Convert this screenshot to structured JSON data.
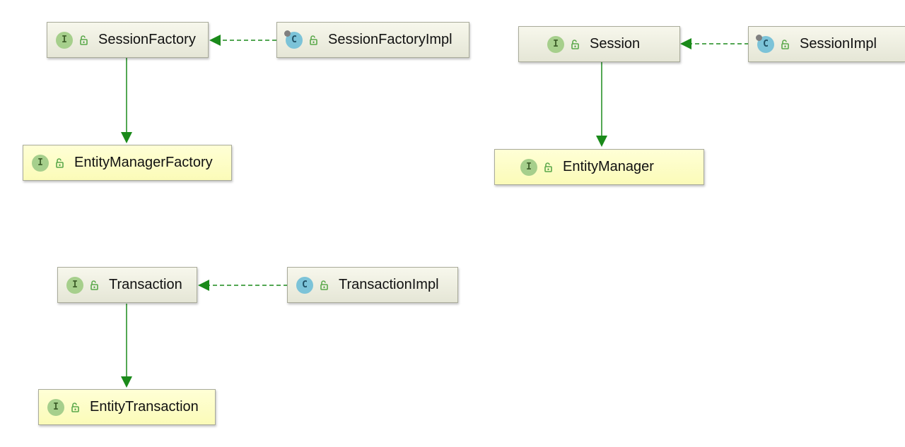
{
  "colors": {
    "edge": "#1a8a1a",
    "node_grey": "#e8e9da",
    "node_yellow": "#fdfdc4",
    "interface_icon": "#a6cf8c",
    "class_icon": "#7cc3d8"
  },
  "nodes": {
    "session_factory": {
      "label": "SessionFactory",
      "kind_letter": "I",
      "kind_icon": "interface-icon",
      "visibility_icon": "unlock-icon"
    },
    "session_factory_impl": {
      "label": "SessionFactoryImpl",
      "kind_letter": "C",
      "kind_icon": "abstract-class-icon",
      "visibility_icon": "unlock-icon"
    },
    "entity_manager_factory": {
      "label": "EntityManagerFactory",
      "kind_letter": "I",
      "kind_icon": "interface-icon",
      "visibility_icon": "unlock-icon"
    },
    "session": {
      "label": "Session",
      "kind_letter": "I",
      "kind_icon": "interface-icon",
      "visibility_icon": "unlock-icon"
    },
    "session_impl": {
      "label": "SessionImpl",
      "kind_letter": "C",
      "kind_icon": "abstract-class-icon",
      "visibility_icon": "unlock-icon"
    },
    "entity_manager": {
      "label": "EntityManager",
      "kind_letter": "I",
      "kind_icon": "interface-icon",
      "visibility_icon": "unlock-icon"
    },
    "transaction": {
      "label": "Transaction",
      "kind_letter": "I",
      "kind_icon": "interface-icon",
      "visibility_icon": "unlock-icon"
    },
    "transaction_impl": {
      "label": "TransactionImpl",
      "kind_letter": "C",
      "kind_icon": "class-icon",
      "visibility_icon": "unlock-icon"
    },
    "entity_transaction": {
      "label": "EntityTransaction",
      "kind_letter": "I",
      "kind_icon": "interface-icon",
      "visibility_icon": "unlock-icon"
    }
  },
  "edges": [
    {
      "from": "session_factory_impl",
      "to": "session_factory",
      "relation": "implements",
      "style": "dashed"
    },
    {
      "from": "session_factory",
      "to": "entity_manager_factory",
      "relation": "extends",
      "style": "solid"
    },
    {
      "from": "session_impl",
      "to": "session",
      "relation": "implements",
      "style": "dashed"
    },
    {
      "from": "session",
      "to": "entity_manager",
      "relation": "extends",
      "style": "solid"
    },
    {
      "from": "transaction_impl",
      "to": "transaction",
      "relation": "implements",
      "style": "dashed"
    },
    {
      "from": "transaction",
      "to": "entity_transaction",
      "relation": "extends",
      "style": "solid"
    }
  ]
}
